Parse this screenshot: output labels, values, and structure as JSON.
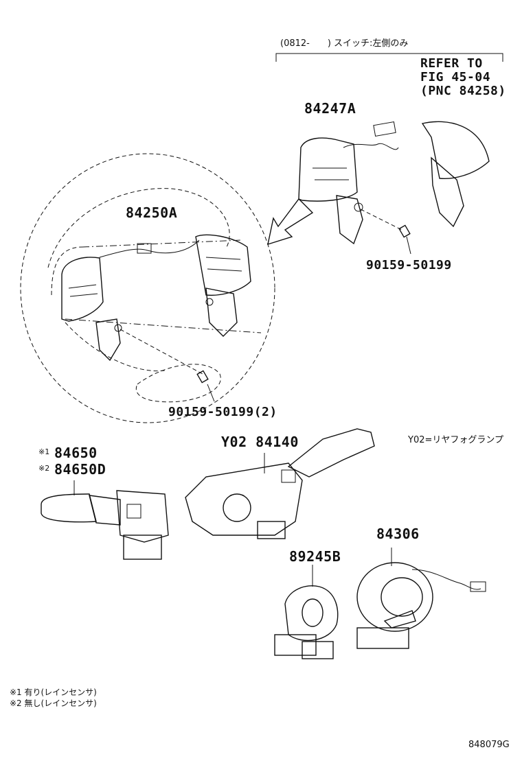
{
  "header": {
    "range_note": "(0812-　　)  スイッチ:左側のみ",
    "refer_line1": "REFER TO",
    "refer_line2": "FIG 45-04",
    "refer_line3": "(PNC 84258)"
  },
  "parts": {
    "p84247A": "84247A",
    "p84250A": "84250A",
    "p9015950199": "90159-50199",
    "p9015950199x2": "90159-50199(2)",
    "p84650": "84650",
    "p84650D": "84650D",
    "mark1": "※1",
    "mark2": "※2",
    "y02_84140": "Y02 84140",
    "p89245B": "89245B",
    "p84306": "84306"
  },
  "legend": {
    "y02": "Y02=リヤフォグランプ",
    "note1": "※1 有り(レインセンサ)",
    "note2": "※2 無し(レインセンサ)"
  },
  "footer": {
    "figure_id": "848079G"
  }
}
